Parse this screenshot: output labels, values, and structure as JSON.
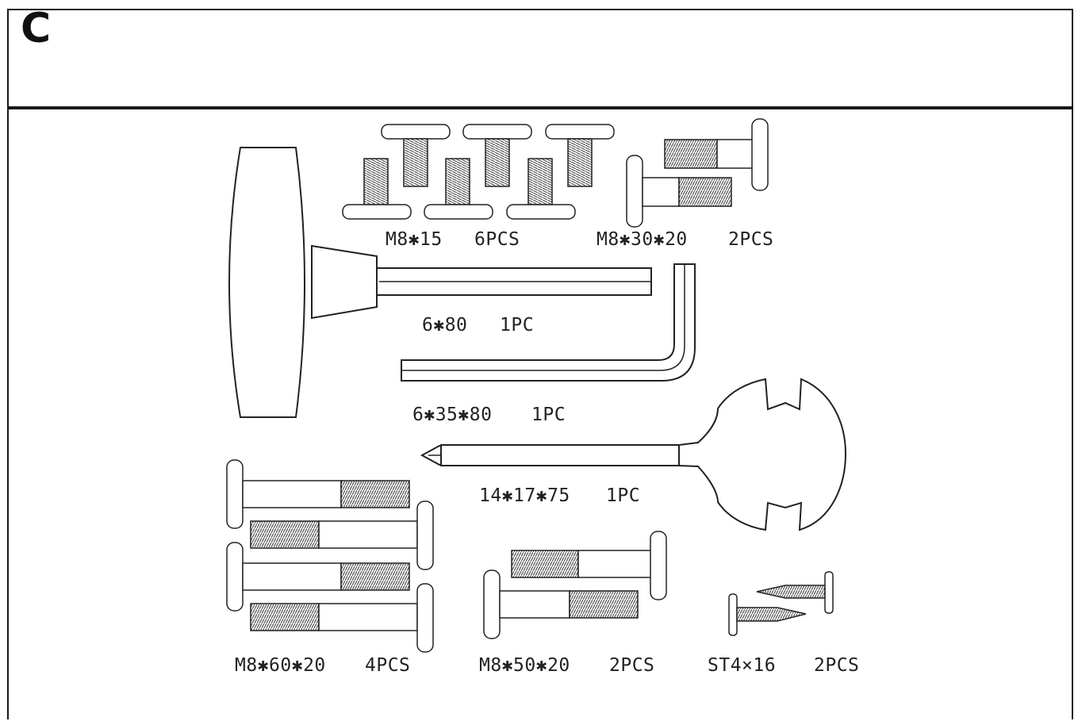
{
  "section": {
    "letter": "C"
  },
  "parts": [
    {
      "id": "bolt-m8-15",
      "size": "M8✱15",
      "qty": "6PCS"
    },
    {
      "id": "bolt-m8-30-20",
      "size": "M8✱30✱20",
      "qty": "2PCS"
    },
    {
      "id": "hex-key-t-handle",
      "size": "6✱80",
      "qty": "1PC"
    },
    {
      "id": "hex-key-l",
      "size": "6✱35✱80",
      "qty": "1PC"
    },
    {
      "id": "screwdriver-wrench",
      "size": "14✱17✱75",
      "qty": "1PC"
    },
    {
      "id": "bolt-m8-60-20",
      "size": "M8✱60✱20",
      "qty": "4PCS"
    },
    {
      "id": "bolt-m8-50-20",
      "size": "M8✱50✱20",
      "qty": "2PCS"
    },
    {
      "id": "screw-st4-16",
      "size": "ST4×16",
      "qty": "2PCS"
    }
  ]
}
